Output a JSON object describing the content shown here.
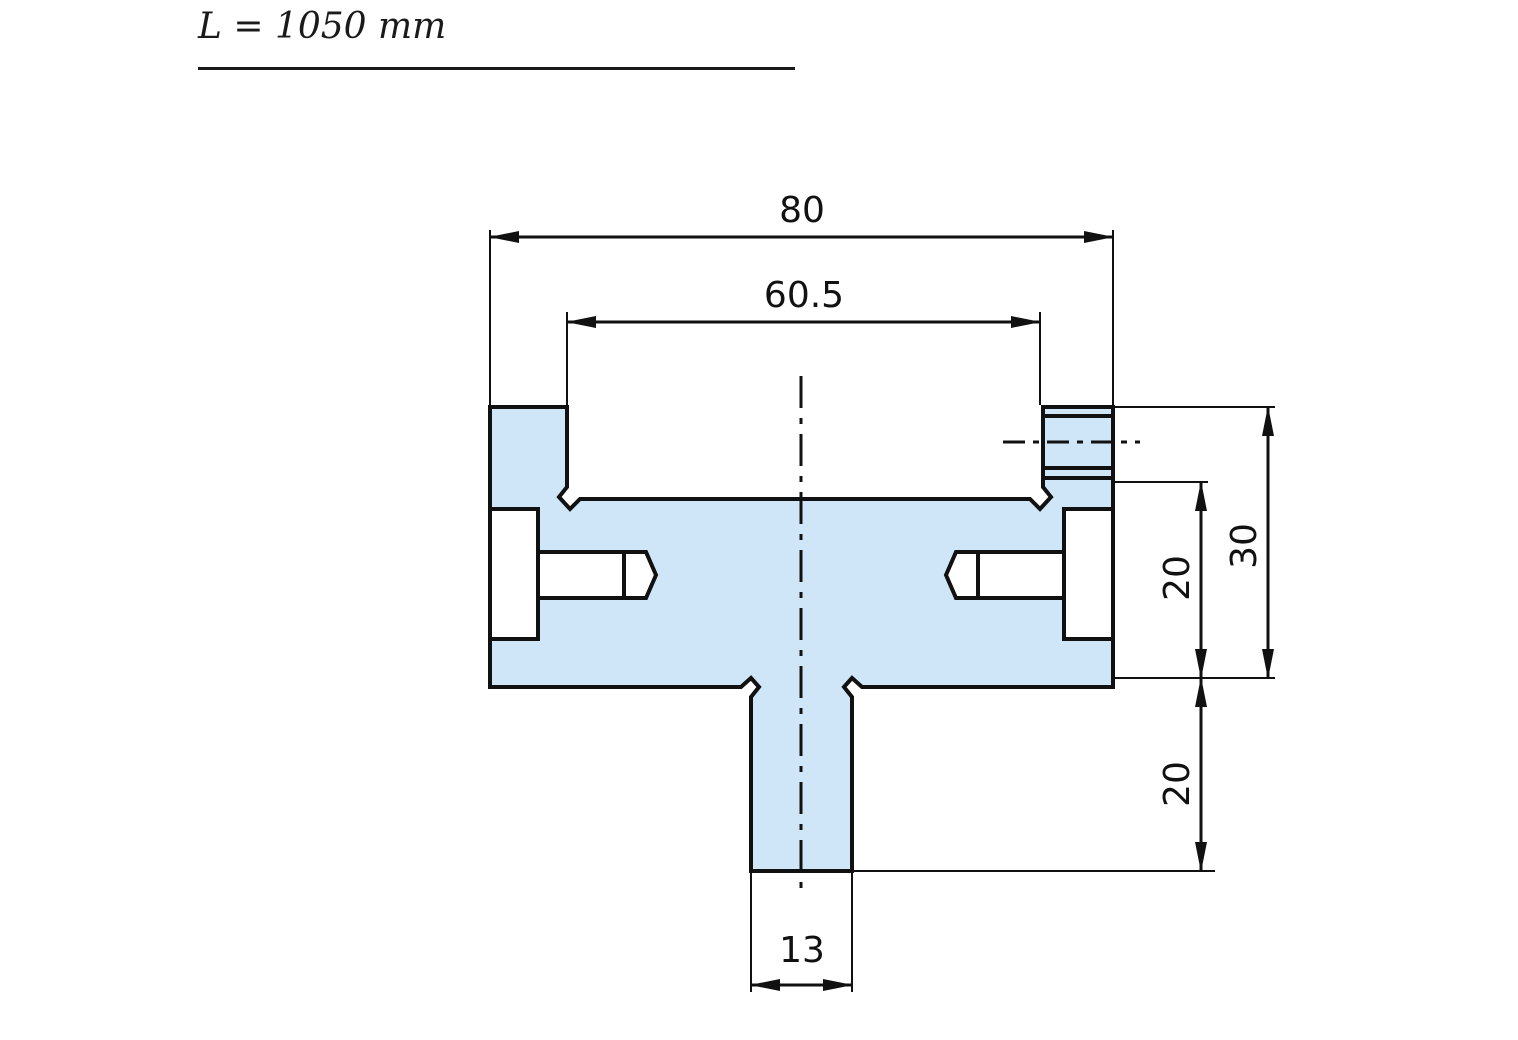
{
  "length_label": "L = 1050 mm",
  "dimensions": {
    "overall_width": "80",
    "slot_width": "60.5",
    "stem_width": "13",
    "head_height": "20",
    "total_height": "30",
    "stem_height": "20"
  },
  "colors": {
    "profile_fill": "#cfe5f8",
    "line": "#111111"
  }
}
